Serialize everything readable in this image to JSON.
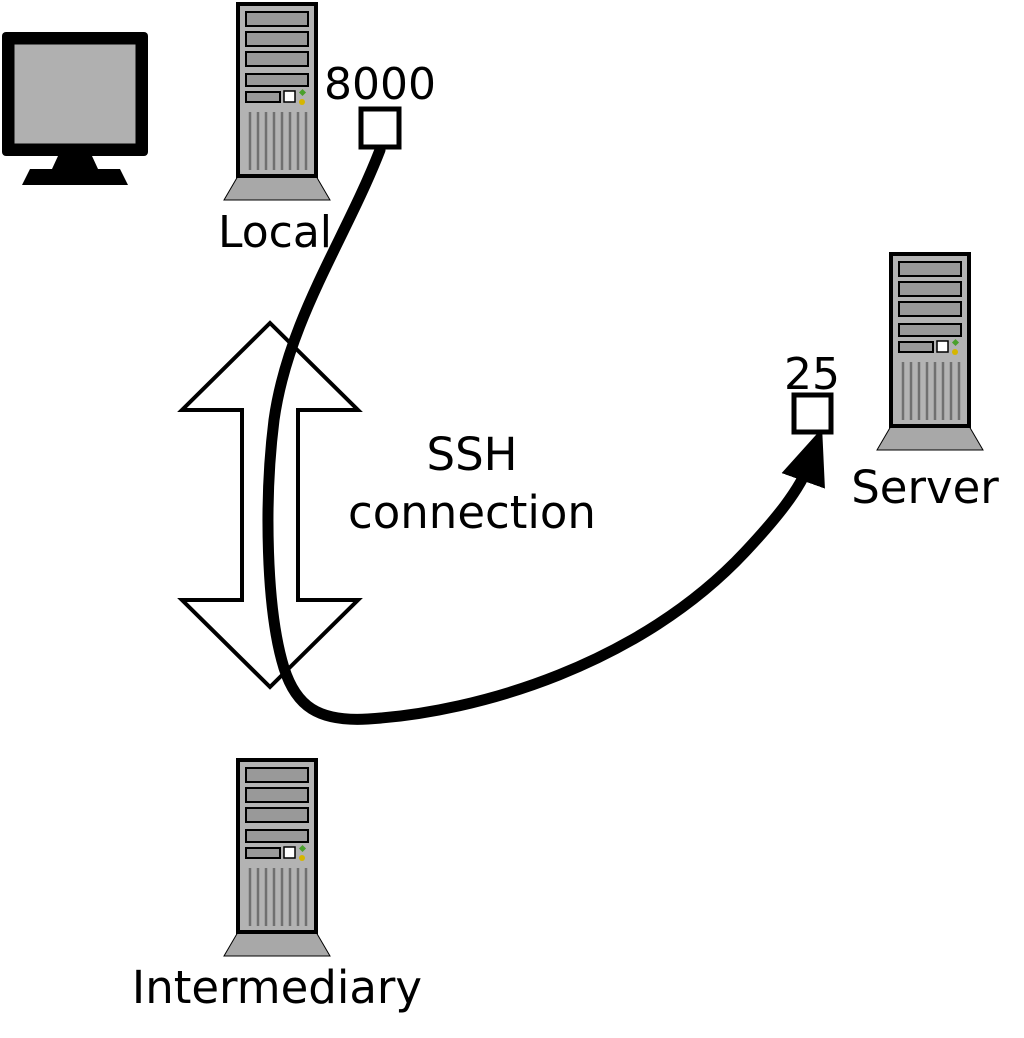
{
  "diagram": {
    "nodes": {
      "local": {
        "label": "Local",
        "port_label": "8000"
      },
      "server": {
        "label": "Server",
        "port_label": "25"
      },
      "intermediary": {
        "label": "Intermediary"
      }
    },
    "connection_label": {
      "line1": "SSH",
      "line2": "connection"
    },
    "colors": {
      "background": "#ffffff",
      "outline": "#000000",
      "tower_body": "#b3b3b3",
      "tower_bay": "#999999",
      "tower_base": "#a8a8a8",
      "vent_line": "#707070",
      "led_green": "#4aa02c",
      "led_yellow": "#d6b600",
      "monitor_screen": "#b0b0b0",
      "cable": "#000000",
      "ssh_arrow_fill": "#ffffff"
    }
  }
}
